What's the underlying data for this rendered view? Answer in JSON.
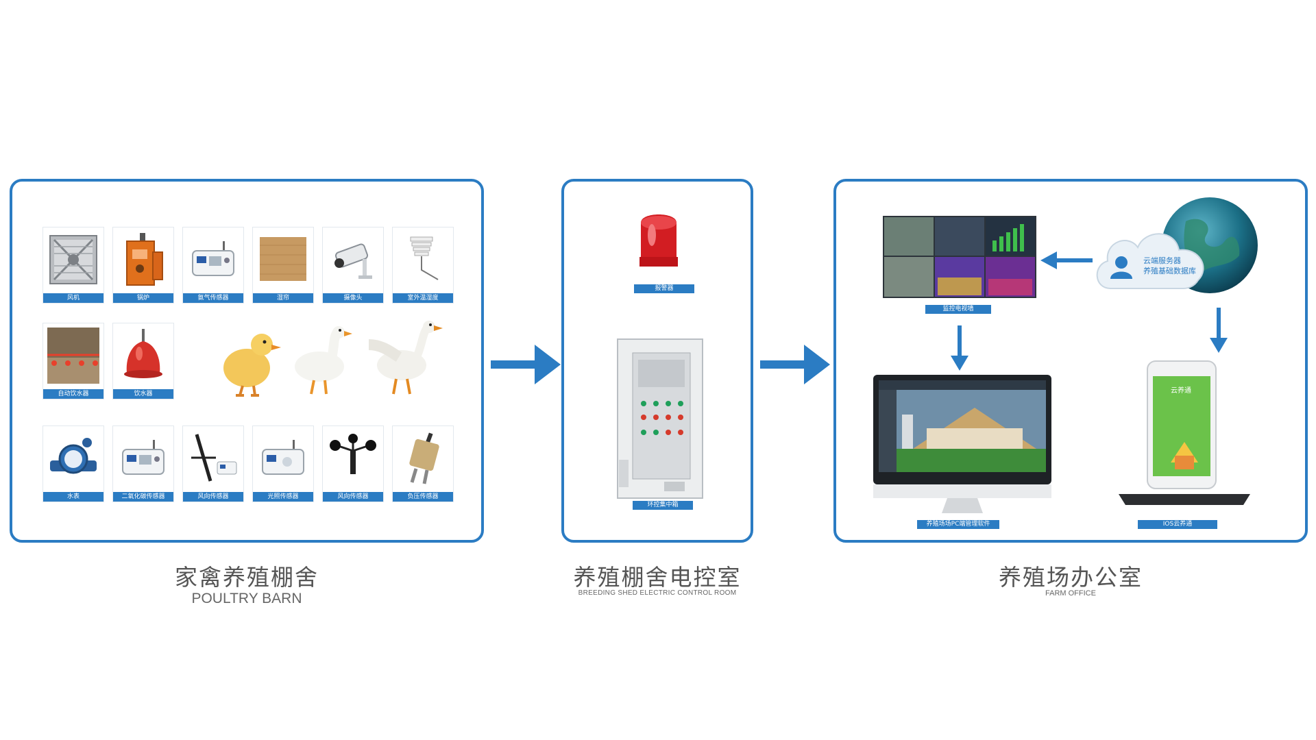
{
  "colors": {
    "accent": "#2b7cc3",
    "caption": "#555555"
  },
  "sections": [
    {
      "title_cn": "家禽养殖棚舍",
      "title_en": "POULTRY BARN"
    },
    {
      "title_cn": "养殖棚舍电控室",
      "title_en": "BREEDING SHED ELECTRIC CONTROL ROOM"
    },
    {
      "title_cn": "养殖场办公室",
      "title_en": "FARM OFFICE"
    }
  ],
  "barn": {
    "row1": [
      "风机",
      "锅炉",
      "氨气传感器",
      "湿帘",
      "摄像头",
      "室外温湿度"
    ],
    "row2": [
      "自动饮水器",
      "饮水器"
    ],
    "row3": [
      "水表",
      "二氧化碳传感器",
      "风向传感器",
      "光照传感器",
      "风向传感器",
      "负压传感器"
    ],
    "animals": [
      "duckling-icon",
      "duck-icon",
      "goose-icon"
    ]
  },
  "control_room": {
    "alarm_label": "报警器",
    "cabinet_label": "环控集中箱"
  },
  "office": {
    "monitor_label": "监控电视墙",
    "cloud_text": [
      "云端服务器",
      "养殖基础数据库"
    ],
    "pc_label": "养殖场场PC端管理软件",
    "phone_label": "IOS云养通",
    "phone_app_name": "云养通"
  }
}
